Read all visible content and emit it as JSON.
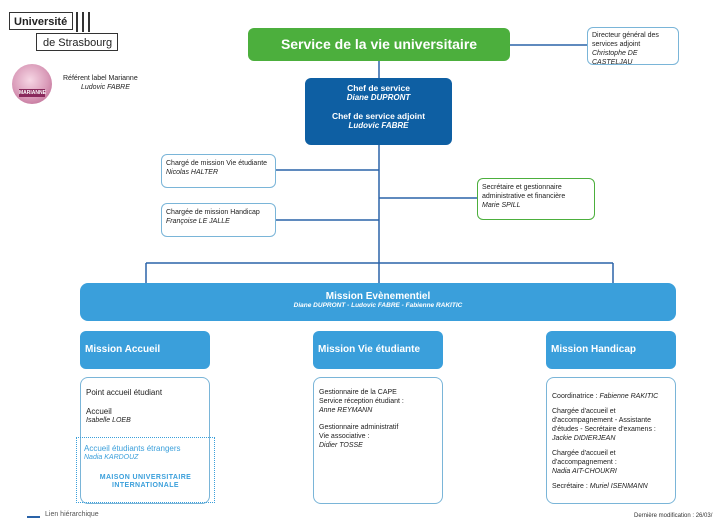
{
  "logo": {
    "line1": "Université",
    "line2": "de Strasbourg"
  },
  "marianne": {
    "badge_text": "MARIANNE",
    "title": "Référent label Marianne",
    "name": "Ludovic FABRE"
  },
  "top": {
    "title": "Service de la vie universitaire"
  },
  "directeur": {
    "title": "Directeur général des services adjoint",
    "name": "Christophe DE CASTELJAU"
  },
  "chef": {
    "title1": "Chef de service",
    "name1": "Diane DUPRONT",
    "title2": "Chef de service adjoint",
    "name2": "Ludovic FABRE"
  },
  "charges": [
    {
      "title": "Chargé de mission Vie étudiante",
      "name": "Nicolas HALTER"
    },
    {
      "title": "Chargée de mission Handicap",
      "name": "Françoise LE JALLE"
    }
  ],
  "secretaire": {
    "title": "Secrétaire et gestionnaire administrative et financière",
    "name": "Marie SPILL"
  },
  "evenementiel": {
    "title": "Mission Evènementiel",
    "names": "Diane DUPRONT - Ludovic FABRE - Fabienne RAKITIC"
  },
  "missions": {
    "accueil": {
      "title": "Mission Accueil",
      "point": "Point accueil étudiant",
      "accueil_label": "Accueil",
      "accueil_name": "Isabelle LOEB",
      "etrangers_label": "Accueil étudiants étrangers",
      "etrangers_name": "Nadia KARDOUZ",
      "maison_line1": "MAISON UNIVERSITAIRE",
      "maison_line2": "INTERNATIONALE"
    },
    "vie": {
      "title": "Mission Vie étudiante",
      "g1_line1": "Gestionnaire de la CAPE",
      "g1_line2": "Service réception étudiant :",
      "g1_name": "Anne REYMANN",
      "g2_line1": "Gestionnaire administratif",
      "g2_line2": "Vie associative :",
      "g2_name": "Didier TOSSE"
    },
    "handicap": {
      "title": "Mission Handicap",
      "coord_label": "Coordinatrice :",
      "coord_name": "Fabienne RAKITIC",
      "c1_line1": "Chargée d'accueil et",
      "c1_line2": "d'accompagnement - Assistante",
      "c1_line3": "d'études - Secrétaire d'examens :",
      "c1_name": "Jackie DIDIERJEAN",
      "c2_line1": "Chargée d'accueil et",
      "c2_line2": "d'accompagnement :",
      "c2_name": "Nadia AIT-CHOUKRI",
      "sec_label": "Secrétaire :",
      "sec_name": "Muriel ISENMANN"
    }
  },
  "footer": {
    "legend": "Lien hiérarchique",
    "modified": "Dernière modification : 26/03/"
  },
  "colors": {
    "green": "#4caf3d",
    "dark_blue": "#0e5fa3",
    "light_blue": "#3a9fdb",
    "line": "#2a63a8"
  }
}
